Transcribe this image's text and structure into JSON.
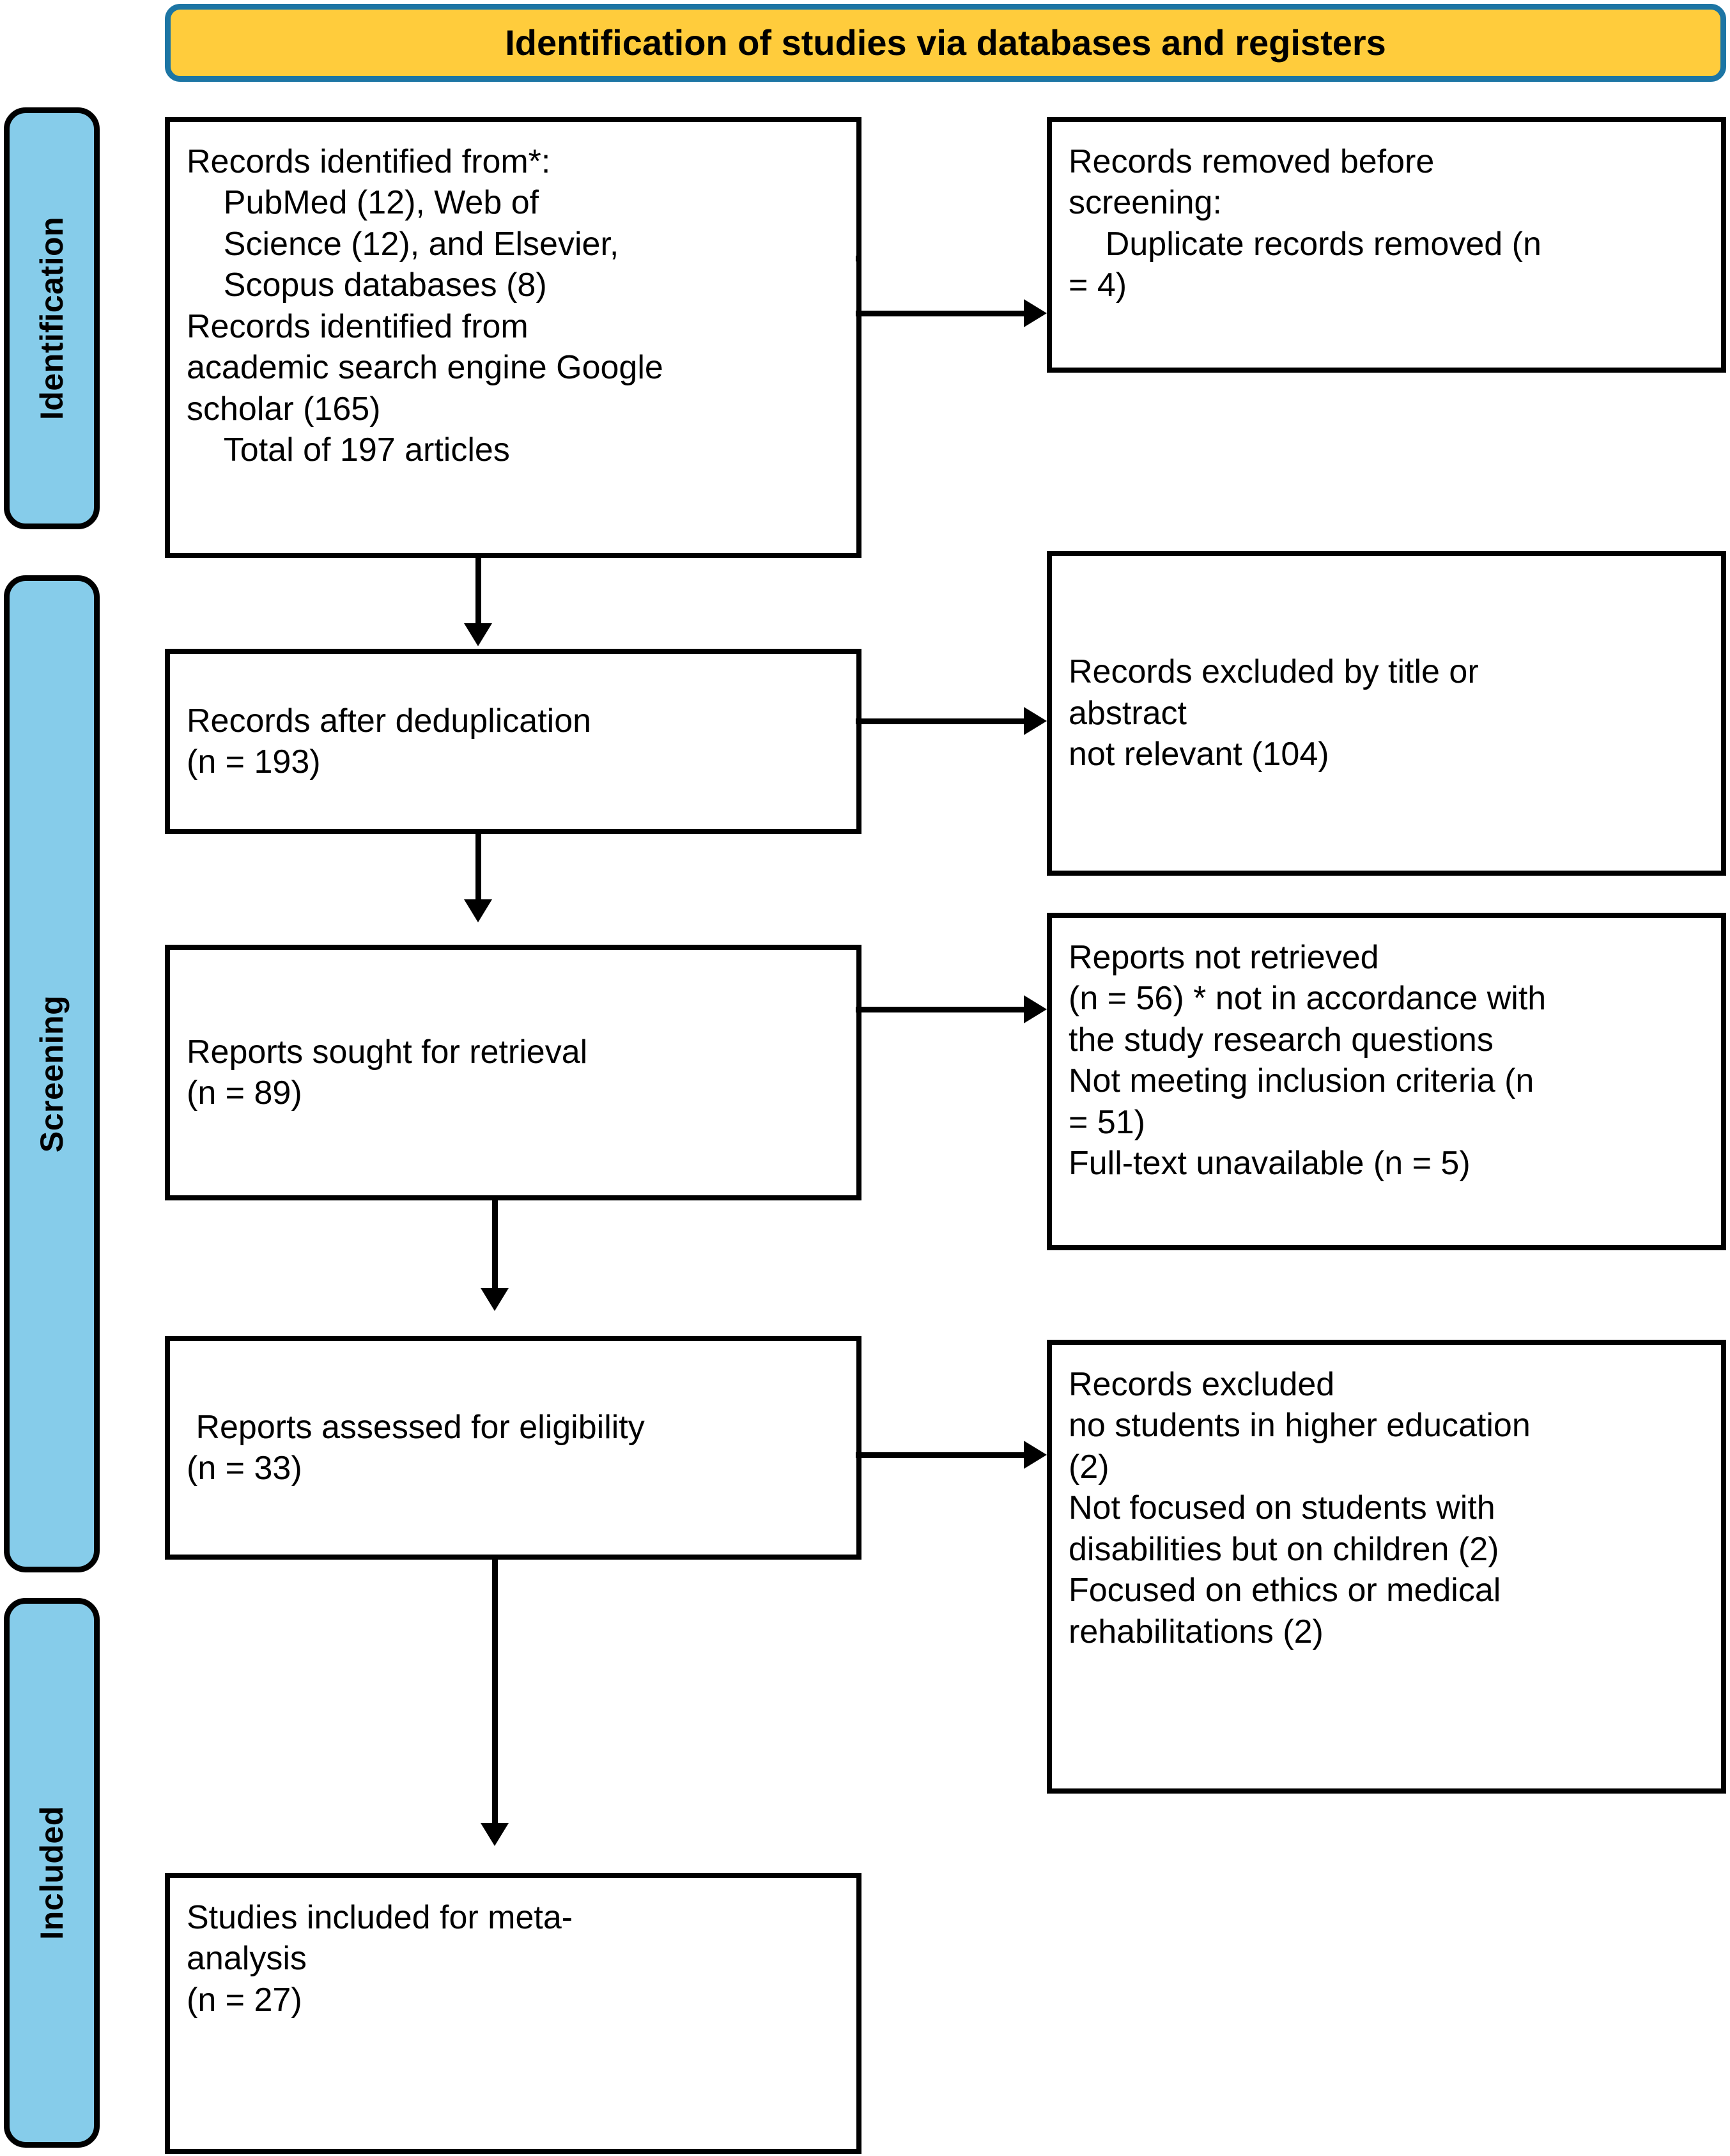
{
  "banner": {
    "title": "Identification of studies via databases and registers"
  },
  "phases": [
    {
      "key": "identification",
      "label": "Identification"
    },
    {
      "key": "screening",
      "label": "Screening"
    },
    {
      "key": "included",
      "label": "Included"
    }
  ],
  "boxes": {
    "identified": {
      "name": "records-identified-box",
      "text": "Records identified from*:\n    PubMed (12), Web of\n    Science (12), and Elsevier,\n    Scopus databases (8)\nRecords identified from\nacademic search engine Google\nscholar (165)\n    Total of 197 articles"
    },
    "removed_before_screening": {
      "name": "records-removed-before-screening-box",
      "text": "Records removed before\nscreening:\n    Duplicate records removed (n\n= 4)"
    },
    "after_dedup": {
      "name": "records-after-deduplication-box",
      "text": "Records after deduplication\n(n = 193)"
    },
    "excluded_title_abstract": {
      "name": "records-excluded-title-abstract-box",
      "text": "Records excluded by title or\nabstract\nnot relevant (104)"
    },
    "sought_retrieval": {
      "name": "reports-sought-for-retrieval-box",
      "text": "Reports sought for retrieval\n(n = 89)"
    },
    "not_retrieved": {
      "name": "reports-not-retrieved-box",
      "text": "Reports not retrieved\n(n = 56) * not in accordance with\nthe study research questions\nNot meeting inclusion criteria (n\n= 51)\nFull-text unavailable (n = 5)"
    },
    "assessed_eligibility": {
      "name": "reports-assessed-for-eligibility-box",
      "text": " Reports assessed for eligibility\n(n = 33)"
    },
    "records_excluded": {
      "name": "records-excluded-box",
      "text": "Records excluded\nno students in higher education\n(2)\nNot focused on students with\ndisabilities but on children (2)\nFocused on ethics or medical\nrehabilitations (2)"
    },
    "included_meta": {
      "name": "studies-included-meta-analysis-box",
      "text": "Studies included for meta-\nanalysis\n(n = 27)"
    }
  },
  "colors": {
    "banner_fill": "#FFCC3C",
    "banner_border": "#1C75A4",
    "phase_fill": "#86CCEA",
    "box_border": "#000000",
    "box_fill": "#FFFFFF",
    "connector": "#000000"
  }
}
